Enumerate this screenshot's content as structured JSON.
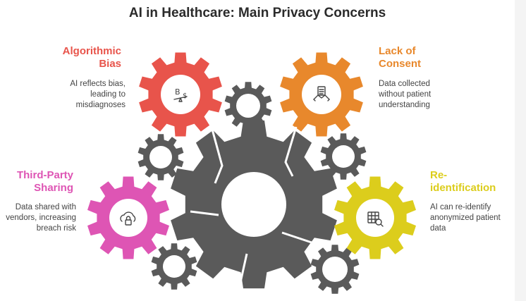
{
  "title": "AI in Healthcare: Main Privacy Concerns",
  "colors": {
    "red": "#e8544b",
    "orange": "#e8882c",
    "pink": "#de55b4",
    "yellow": "#dccd1c",
    "gray": "#5a5a5a"
  },
  "concerns": [
    {
      "id": "algorithmic-bias",
      "heading": "Algorithmic\nBias",
      "description": "AI reflects bias,\nleading to\nmisdiagnoses",
      "color": "#e8544b",
      "icon": "bias-scale-icon"
    },
    {
      "id": "lack-of-consent",
      "heading": "Lack of\nConsent",
      "description": "Data collected\nwithout patient\nunderstanding",
      "color": "#e8882c",
      "icon": "agreement-handshake-icon"
    },
    {
      "id": "third-party-sharing",
      "heading": "Third-Party\nSharing",
      "description": "Data shared with\nvendors, increasing\nbreach risk",
      "color": "#de55b4",
      "icon": "cloud-lock-icon"
    },
    {
      "id": "re-identification",
      "heading": "Re-\nidentification",
      "description": "AI can re-identify\nanonymized patient\ndata",
      "color": "#dccd1c",
      "icon": "table-search-icon"
    }
  ]
}
